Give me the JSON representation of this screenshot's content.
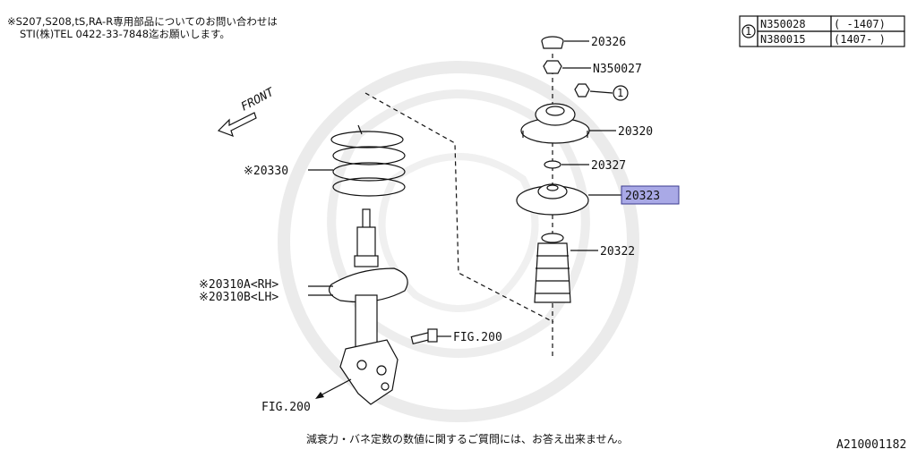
{
  "header_note": {
    "line1": "※S207,S208,tS,RA-R専用部品についてのお問い合わせは",
    "line2": "STI(株)TEL 0422-33-7848迄お願いします。"
  },
  "ref_table": {
    "marker": "1",
    "rows": [
      {
        "part": "N350028",
        "range": "( -1407)"
      },
      {
        "part": "N380015",
        "range": "(1407- )"
      }
    ]
  },
  "front_label": "FRONT",
  "parts": {
    "p20326": "20326",
    "pN350027": "N350027",
    "circle1": "1",
    "p20320": "20320",
    "p20327": "20327",
    "p20323": "20323",
    "p20322": "20322",
    "p20330": "※20330",
    "p20310A": "※20310A<RH>",
    "p20310B": "※20310B<LH>",
    "fig200_bolt": "FIG.200",
    "fig200_bottom": "FIG.200"
  },
  "colors": {
    "highlight_fill": "#a9a9e6",
    "highlight_stroke": "#3b3b8f",
    "watermark": "#d8d8d8"
  },
  "footer_note": "減衰力・バネ定数の数値に関するご質問には、お答え出来ません。",
  "diagram_id": "A210001182"
}
